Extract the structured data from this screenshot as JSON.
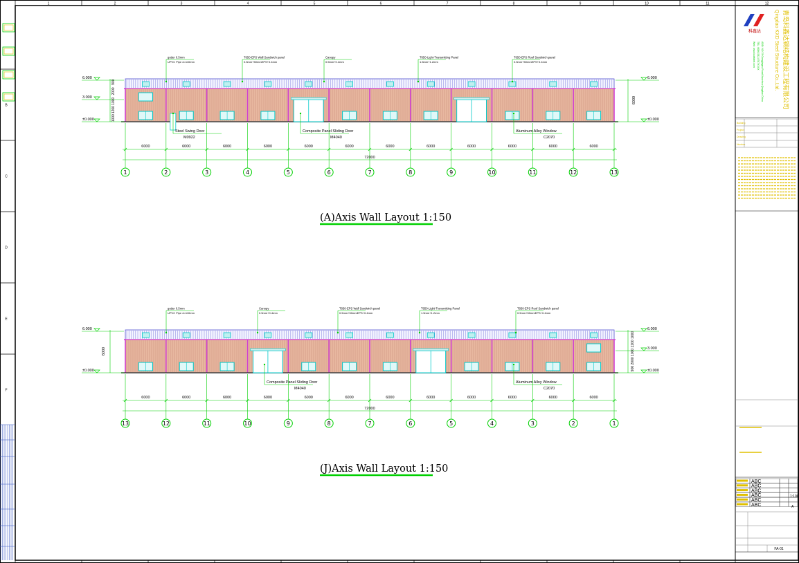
{
  "sheet": {
    "top_ruler": [
      "1",
      "2",
      "3",
      "4",
      "5",
      "6",
      "7",
      "8",
      "9",
      "10",
      "11",
      "12"
    ],
    "left_ruler": [
      "B",
      "C",
      "D",
      "E",
      "F"
    ]
  },
  "elevations": [
    {
      "title": "Axis Wall Layout 1:150",
      "title_prefix": "A",
      "axes": [
        "1",
        "2",
        "3",
        "4",
        "5",
        "6",
        "7",
        "8",
        "9",
        "10",
        "11",
        "12",
        "13"
      ],
      "spans": [
        "6000",
        "6000",
        "6000",
        "6000",
        "6000",
        "6000",
        "6000",
        "6000",
        "6000",
        "6000",
        "6000",
        "6000"
      ],
      "total": "72000",
      "levels_left": [
        "6.000",
        "3.000",
        "±0.000"
      ],
      "levels_right": [
        "6.000",
        "±0.000"
      ],
      "vdims_left": [
        "900",
        "2000",
        "1000",
        "1200",
        "1000"
      ],
      "vdim_right": "6000",
      "notes_top": [
        {
          "text": "gutter 0.5mm",
          "sub": "UPVC Pipe d=110mm"
        },
        {
          "text": "T850-EPS Wall Sandwich panel",
          "sub": "0.5mm+50mmEPS+0.4mm"
        },
        {
          "text": "Canopy",
          "sub": "0.5mm+0.4mm"
        },
        {
          "text": "T850-Light-Transmitting Panel",
          "sub": "1.5mm+1.2mm"
        },
        {
          "text": "T850-EPS Roof Sandwich panel",
          "sub": "0.5mm+50mmEPS+0.4mm"
        }
      ],
      "notes_bottom": [
        {
          "text": "Steel Swing Door",
          "sub": "M0922"
        },
        {
          "text": "Composite Panel Sliding Door",
          "sub": "M4040"
        },
        {
          "text": "Aluminum Alloy Window",
          "sub": "C2070"
        }
      ]
    },
    {
      "title": "Axis Wall Layout 1:150",
      "title_prefix": "J",
      "axes": [
        "13",
        "12",
        "11",
        "10",
        "9",
        "8",
        "7",
        "6",
        "5",
        "4",
        "3",
        "2",
        "1"
      ],
      "spans": [
        "6000",
        "6000",
        "6000",
        "6000",
        "6000",
        "6000",
        "6000",
        "6000",
        "6000",
        "6000",
        "6000",
        "6000"
      ],
      "total": "72000",
      "levels_left": [
        "6.000",
        "±0.000"
      ],
      "levels_right": [
        "6.000",
        "3.000",
        "±0.000"
      ],
      "vdims_left": [
        "6000"
      ],
      "vdim_right": "900 2000 1000 1200 1000",
      "notes_top": [
        {
          "text": "gutter 0.5mm",
          "sub": "UPVC Pipe d=110mm"
        },
        {
          "text": "Canopy",
          "sub": "0.5mm+0.4mm"
        },
        {
          "text": "T850-EPS Wall Sandwich panel",
          "sub": "0.5mm+50mmEPS+0.4mm"
        },
        {
          "text": "T850-Light-Transmitting Panel",
          "sub": "1.5mm+1.2mm"
        },
        {
          "text": "T850-EPS Roof Sandwich panel",
          "sub": "0.5mm+50mmEPS+0.4mm"
        }
      ],
      "notes_bottom": [
        {
          "text": "Composite Panel Sliding Door",
          "sub": "M4040"
        },
        {
          "text": "Aluminum Alloy Window",
          "sub": "C2070"
        }
      ]
    }
  ],
  "title_block": {
    "company_en": "Qingdao KXD Steel Structure Co.,Ltd.",
    "company_cn": "青岛科鑫达钢结构建设工程有限公司",
    "logo_cn": "科鑫达",
    "address": "ADD: NO.78 Gongjiagou Road Jiaozhou Qingdao China",
    "tel": "TEL: 0086-532-8787XXXX",
    "web": "Web: www.kxdsteel.com",
    "project_rows": [
      "Building",
      "Project",
      "Drawing",
      "Number"
    ],
    "abc_rows": [
      "ABC",
      "ABC",
      "ABC",
      "ABC",
      "ABC",
      "ABC"
    ],
    "sheet_vals": [
      "1:100",
      "A"
    ],
    "drawing_no": "FA-01"
  },
  "colors": {
    "green": "#00d000",
    "cyan": "#00c8c8",
    "magenta": "#d040d0",
    "red": "#e02020",
    "blue": "#5050d0",
    "panel": "#e8b8a0",
    "yellow": "#e0c000"
  }
}
